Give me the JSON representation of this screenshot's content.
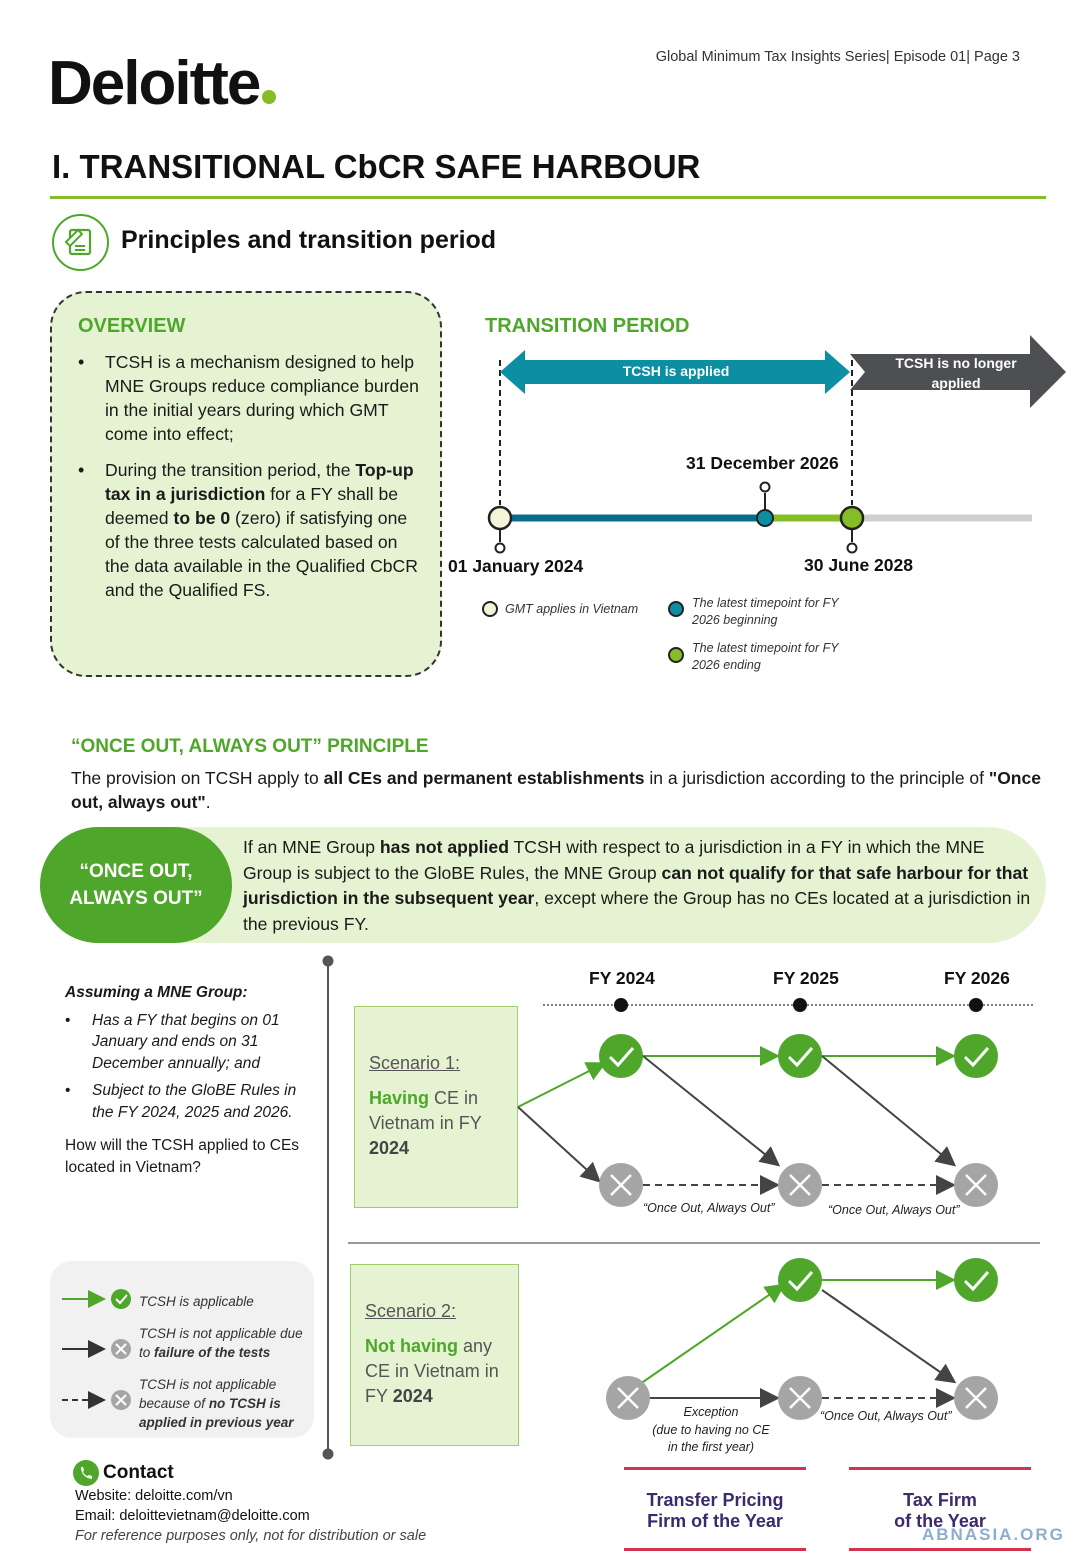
{
  "header": {
    "logo_text": "Deloitte",
    "series": "Global Minimum Tax Insights Series| Episode 01| Page 3"
  },
  "title": "I. TRANSITIONAL CbCR SAFE HARBOUR",
  "section": {
    "title": "Principles and transition period",
    "icon": "document-pen-icon"
  },
  "overview": {
    "title": "OVERVIEW",
    "bullet1": "TCSH is a mechanism designed to help MNE Groups reduce compliance burden in the initial years during which GMT come into effect;",
    "bullet2": {
      "p1": "During the transition period, the ",
      "b1": "Top-up tax in a jurisdiction",
      "p2": " for a FY shall be deemed ",
      "b2": "to be 0",
      "p3": " (zero) if satisfying one of the three tests calculated based on the data available in the Qualified CbCR and the Qualified FS."
    }
  },
  "transition": {
    "title": "TRANSITION PERIOD",
    "applied": "TCSH is applied",
    "no_longer": "TCSH is no longer applied",
    "date_start": "01 January 2024",
    "date_mid": "31 December 2026",
    "date_end": "30 June 2028",
    "legend_gmt": "GMT applies in Vietnam",
    "legend_begin": "The latest timepoint for FY 2026 beginning",
    "legend_end": "The latest timepoint for FY 2026 ending"
  },
  "principle": {
    "title": "“ONCE OUT, ALWAYS OUT” PRINCIPLE",
    "desc_p1": "The provision on TCSH apply to ",
    "desc_b1": "all CEs and permanent establishments",
    "desc_p2": " in a jurisdiction according to the principle of ",
    "desc_b2": "\"Once out, always out\"",
    "desc_p3": ".",
    "pill_label": "“ONCE OUT, ALWAYS OUT”",
    "pill_p1": "If an MNE Group ",
    "pill_b1": "has not applied",
    "pill_p2": " TCSH with respect to a jurisdiction in a FY in which the MNE Group is subject to the GloBE Rules, the MNE Group ",
    "pill_b2": "can not qualify for that safe harbour for that jurisdiction in the subsequent year",
    "pill_p3": ", except where the Group has no CEs located at a jurisdiction in the previous FY."
  },
  "assumption": {
    "title": "Assuming a MNE Group:",
    "item1": "Has a FY that begins on 01 January and ends on 31 December annually; and",
    "item2": "Subject to the GloBE Rules in the FY 2024, 2025 and 2026.",
    "question": "How will the TCSH applied to CEs located in Vietnam?"
  },
  "years": [
    "FY 2024",
    "FY 2025",
    "FY 2026"
  ],
  "scenario1": {
    "title": "Scenario 1:",
    "strong": "Having",
    "rest": " CE in Vietnam in FY ",
    "year": "2024"
  },
  "scenario2": {
    "title": "Scenario 2:",
    "strong": "Not having",
    "rest": " any CE in Vietnam in FY ",
    "year": "2024"
  },
  "flow_labels": {
    "ooao": "“Once Out, Always Out”",
    "exception_line1": "Exception",
    "exception_line2": "(due to having no CE",
    "exception_line3": "in the first year)"
  },
  "key": {
    "applicable": "TCSH is applicable",
    "not_fail_p1": "TCSH is not applicable due to ",
    "not_fail_b": "failure of the tests",
    "not_prev_p1": "TCSH is not applicable because of ",
    "not_prev_b": "no TCSH is applied in previous year"
  },
  "contact": {
    "title": "Contact",
    "website": "Website: deloitte.com/vn",
    "email": "Email: deloittevietnam@deloitte.com",
    "disclaimer": "For reference purposes only, not for distribution or sale"
  },
  "awards": {
    "a1_l1": "Transfer Pricing",
    "a1_l2": "Firm of the Year",
    "a2_l1": "Tax Firm",
    "a2_l2": "of the Year"
  },
  "watermark": "ABNASIA.ORG",
  "colors": {
    "green": "#4ea72a",
    "lime": "#86bc25",
    "teal": "#0d8fa3",
    "navy_line": "#0a6c8c",
    "grey_arrow": "#4d4f53",
    "pale_green": "#e6f3d3"
  }
}
